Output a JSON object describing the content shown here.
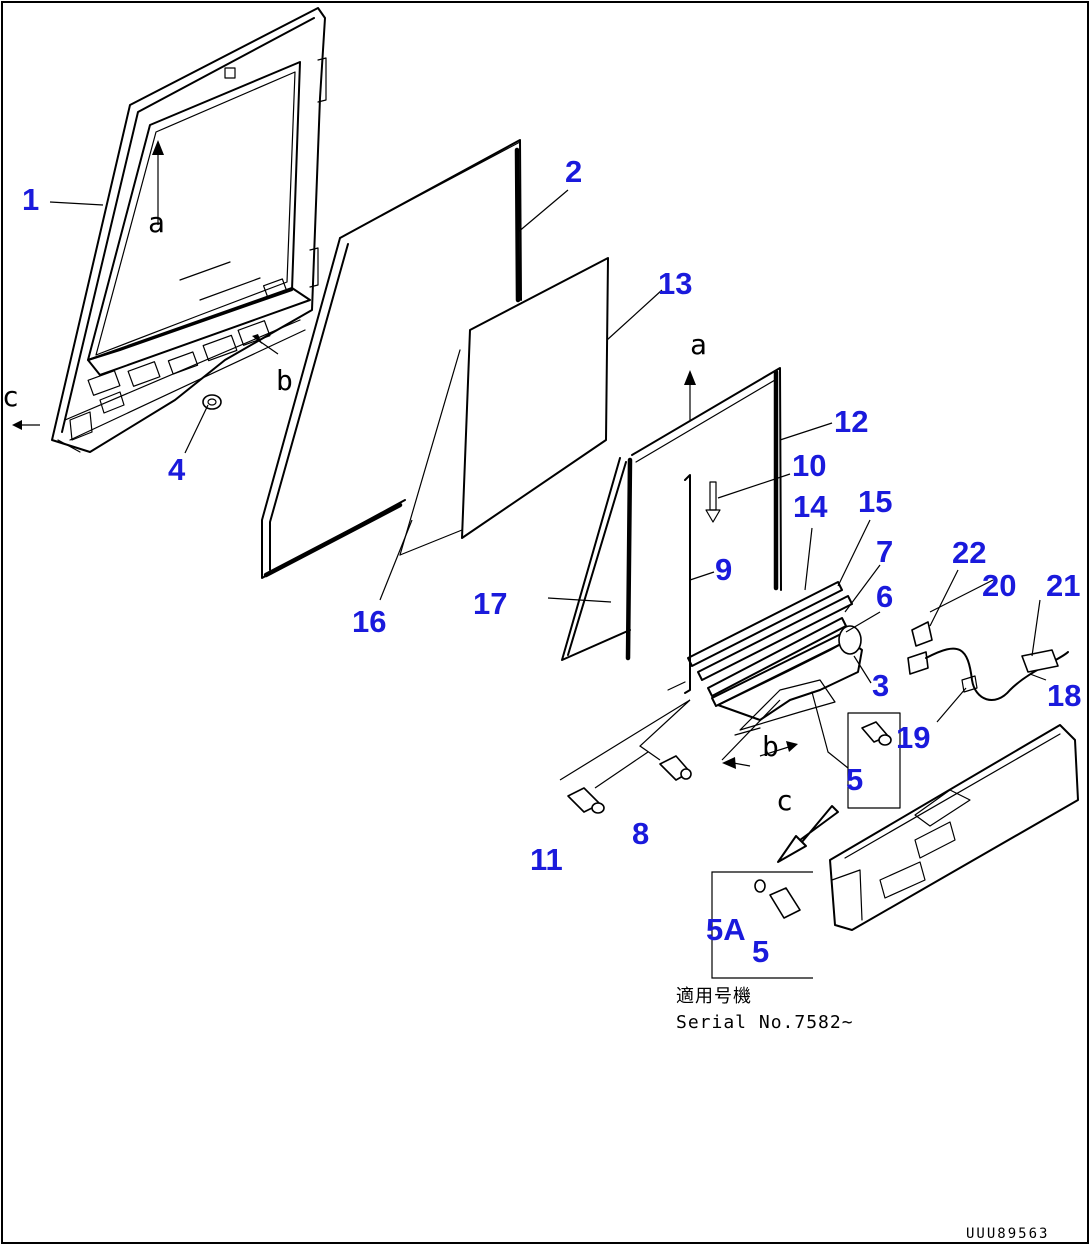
{
  "colors": {
    "callout": "#1a1adc",
    "line": "#000000",
    "background": "#ffffff"
  },
  "callouts": {
    "c1": "1",
    "c2": "2",
    "c3": "3",
    "c4": "4",
    "c5": "5",
    "c5a": "5A",
    "c5b": "5",
    "c6": "6",
    "c7": "7",
    "c8": "8",
    "c9": "9",
    "c10": "10",
    "c11": "11",
    "c12": "12",
    "c13": "13",
    "c14": "14",
    "c15": "15",
    "c16": "16",
    "c17": "17",
    "c18": "18",
    "c19": "19",
    "c20": "20",
    "c21": "21",
    "c22": "22"
  },
  "view_markers": {
    "a_door": "a",
    "a_glass": "a",
    "b_door": "b",
    "b_regulator": "b",
    "c_door": "c",
    "c_regulator": "c"
  },
  "serial_note": {
    "applicable_units": "適用号機",
    "serial": "Serial No.7582~"
  },
  "drawing_number": "UUU89563"
}
